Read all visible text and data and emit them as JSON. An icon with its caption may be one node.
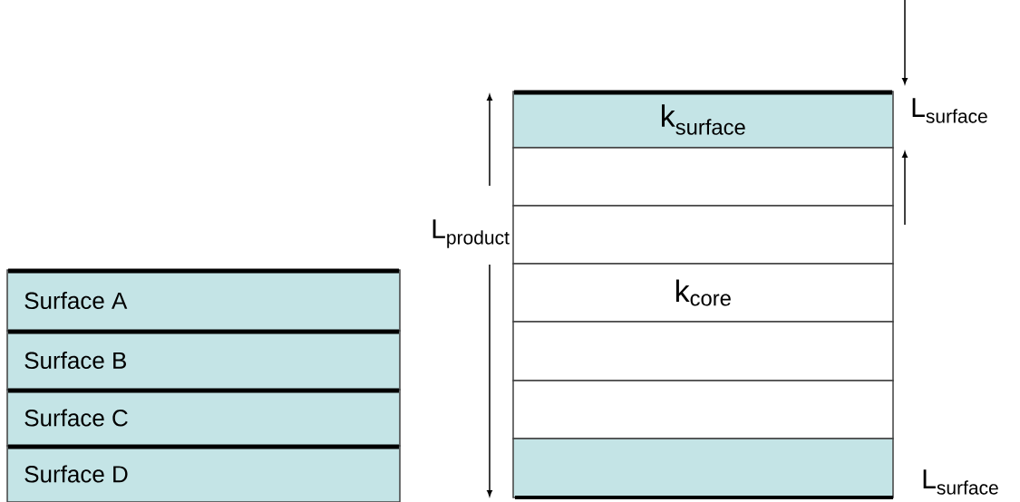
{
  "diagram": {
    "nodes": [
      {
        "text": [
          "Surface A"
        ]
      },
      {
        "text": [
          "Surface B"
        ]
      },
      {
        "text": [
          "Surface C"
        ]
      },
      {
        "text": [
          "Surface D"
        ]
      },
      {
        "text": [
          "k$_{surface}$"
        ]
      },
      {
        "text": [],
        "shape": "box"
      },
      {
        "text": [],
        "shape": "box"
      },
      {
        "text": [
          "k$_{core}$"
        ]
      },
      {
        "text": [],
        "shape": "box"
      },
      {
        "text": [],
        "shape": "box"
      },
      {
        "text": [],
        "shape": "box"
      }
    ],
    "labels": [
      "L$_{surface}$",
      "L$_{product}$",
      "L$_{surface}$"
    ]
  }
}
